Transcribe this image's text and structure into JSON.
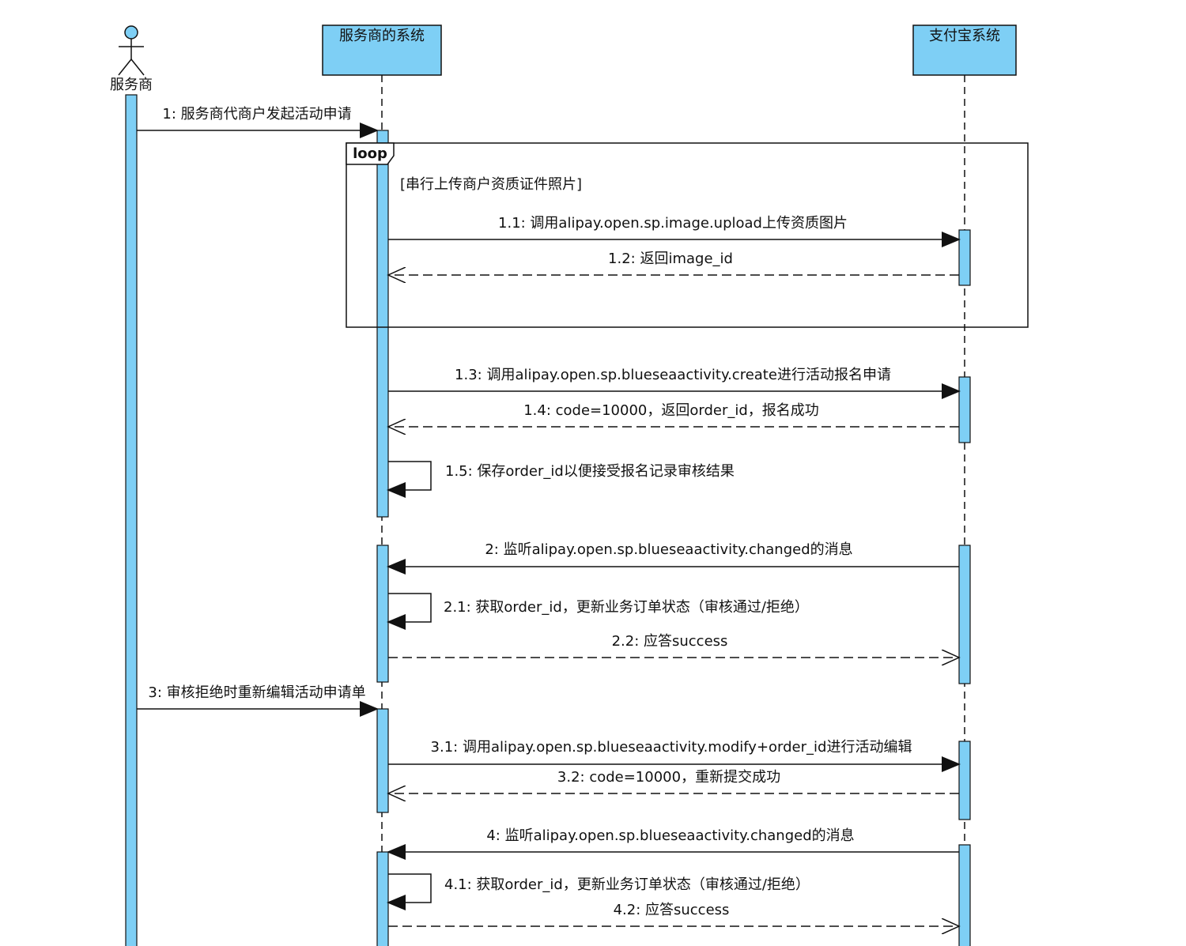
{
  "diagram": {
    "type": "sequence",
    "colors": {
      "activation": "#7ecff5",
      "line": "#111111",
      "background": "#ffffff"
    },
    "participants": {
      "actor": {
        "label": "服务商"
      },
      "provider": {
        "label": "服务商的系统"
      },
      "alipay": {
        "label": "支付宝系统"
      }
    },
    "loop": {
      "keyword": "loop",
      "guard": "[串行上传商户资质证件照片]"
    },
    "messages": [
      {
        "id": "m1",
        "text": "1: 服务商代商户发起活动申请",
        "from": "actor",
        "to": "provider",
        "kind": "sync"
      },
      {
        "id": "m1_1",
        "text": "1.1: 调用alipay.open.sp.image.upload上传资质图片",
        "from": "provider",
        "to": "alipay",
        "kind": "sync"
      },
      {
        "id": "m1_2",
        "text": "1.2: 返回image_id",
        "from": "alipay",
        "to": "provider",
        "kind": "reply"
      },
      {
        "id": "m1_3",
        "text": "1.3: 调用alipay.open.sp.blueseaactivity.create进行活动报名申请",
        "from": "provider",
        "to": "alipay",
        "kind": "sync"
      },
      {
        "id": "m1_4",
        "text": "1.4: code=10000，返回order_id，报名成功",
        "from": "alipay",
        "to": "provider",
        "kind": "reply"
      },
      {
        "id": "m1_5",
        "text": "1.5: 保存order_id以便接受报名记录审核结果",
        "from": "provider",
        "to": "provider",
        "kind": "self"
      },
      {
        "id": "m2",
        "text": "2: 监听alipay.open.sp.blueseaactivity.changed的消息",
        "from": "alipay",
        "to": "provider",
        "kind": "sync"
      },
      {
        "id": "m2_1",
        "text": "2.1: 获取order_id，更新业务订单状态（审核通过/拒绝）",
        "from": "provider",
        "to": "provider",
        "kind": "self"
      },
      {
        "id": "m2_2",
        "text": "2.2: 应答success",
        "from": "provider",
        "to": "alipay",
        "kind": "reply"
      },
      {
        "id": "m3",
        "text": "3: 审核拒绝时重新编辑活动申请单",
        "from": "actor",
        "to": "provider",
        "kind": "sync"
      },
      {
        "id": "m3_1",
        "text": "3.1: 调用alipay.open.sp.blueseaactivity.modify+order_id进行活动编辑",
        "from": "provider",
        "to": "alipay",
        "kind": "sync"
      },
      {
        "id": "m3_2",
        "text": "3.2: code=10000，重新提交成功",
        "from": "alipay",
        "to": "provider",
        "kind": "reply"
      },
      {
        "id": "m4",
        "text": "4: 监听alipay.open.sp.blueseaactivity.changed的消息",
        "from": "alipay",
        "to": "provider",
        "kind": "sync"
      },
      {
        "id": "m4_1",
        "text": "4.1: 获取order_id，更新业务订单状态（审核通过/拒绝）",
        "from": "provider",
        "to": "provider",
        "kind": "self"
      },
      {
        "id": "m4_2",
        "text": "4.2: 应答success",
        "from": "provider",
        "to": "alipay",
        "kind": "reply"
      }
    ]
  }
}
